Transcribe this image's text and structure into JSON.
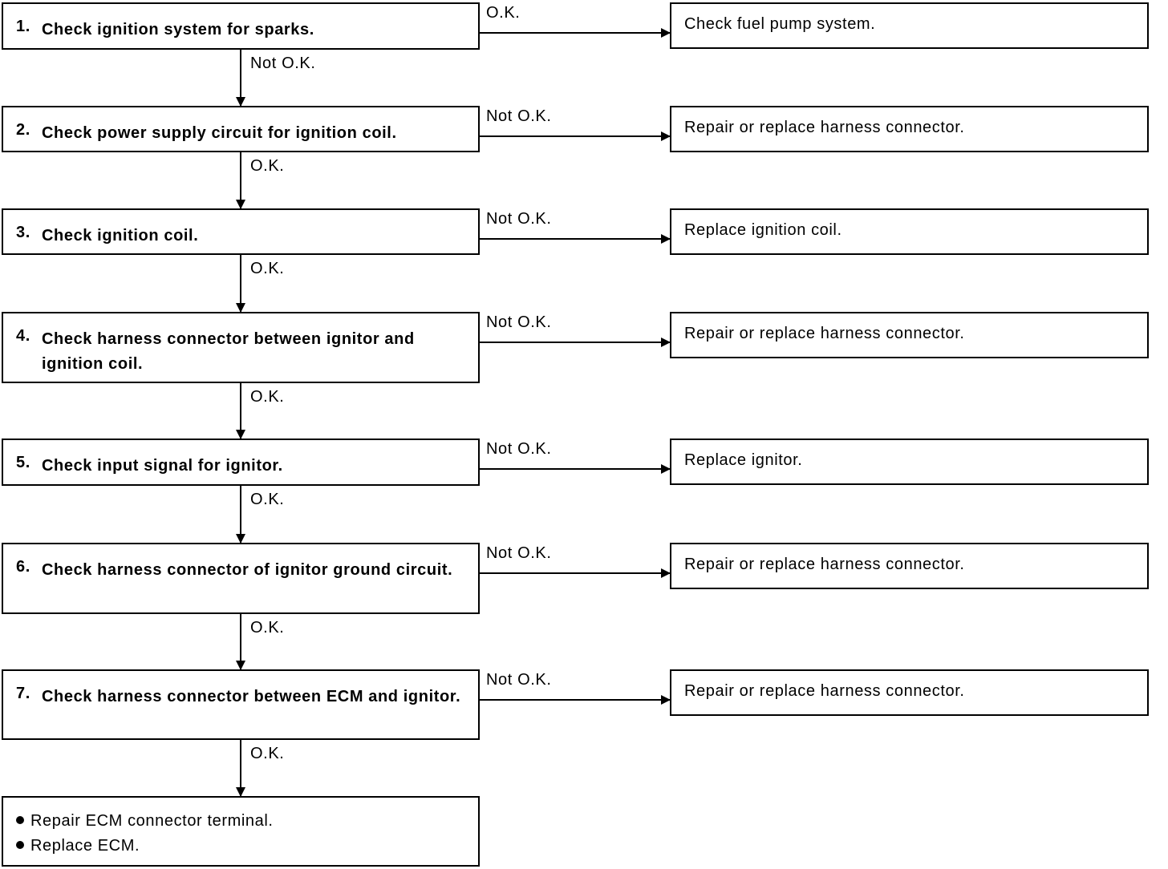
{
  "steps": [
    {
      "num": "1.",
      "text": "Check ignition system for sparks.",
      "side_label": "O.K.",
      "down_label": "Not O.K.",
      "result": "Check fuel pump system."
    },
    {
      "num": "2.",
      "text": "Check power supply circuit for ignition coil.",
      "side_label": "Not O.K.",
      "down_label": "O.K.",
      "result": "Repair or replace harness connector."
    },
    {
      "num": "3.",
      "text": "Check ignition coil.",
      "side_label": "Not O.K.",
      "down_label": "O.K.",
      "result": "Replace ignition coil."
    },
    {
      "num": "4.",
      "text": "Check harness connector between ignitor and ignition coil.",
      "side_label": "Not O.K.",
      "down_label": "O.K.",
      "result": "Repair or replace harness connector."
    },
    {
      "num": "5.",
      "text": "Check input signal for ignitor.",
      "side_label": "Not O.K.",
      "down_label": "O.K.",
      "result": "Replace ignitor."
    },
    {
      "num": "6.",
      "text": "Check harness connector of ignitor ground circuit.",
      "side_label": "Not O.K.",
      "down_label": "O.K.",
      "result": "Repair or replace harness connector."
    },
    {
      "num": "7.",
      "text": "Check harness connector between ECM and ignitor.",
      "side_label": "Not O.K.",
      "down_label": "O.K.",
      "result": "Repair or replace harness connector."
    }
  ],
  "final": {
    "items": [
      "Repair ECM connector terminal.",
      "Replace ECM."
    ]
  }
}
